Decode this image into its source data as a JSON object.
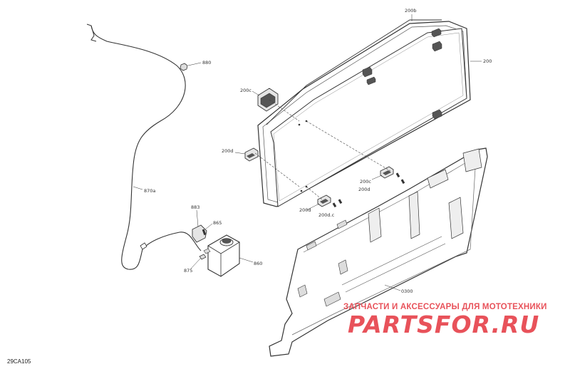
{
  "figure_code": "29CA105",
  "callouts": {
    "c200": "200",
    "c200b": "200b",
    "c200c_top": "200c",
    "c200d_left": "200d",
    "c200c_mid": "200c",
    "c200d_mid": "200d",
    "c200d_bottom": "200d",
    "c200dc": "200d.c",
    "c880": "880",
    "c870a": "870a",
    "c883": "883",
    "c865": "865",
    "c860": "860",
    "c875": "875",
    "c300": "0300"
  },
  "watermark": {
    "tagline": "ЗАПЧАСТИ И АКСЕССУАРЫ ДЛЯ МОТОТЕХНИКИ",
    "logo": "PARTSFOR.RU",
    "color": "#e8525a"
  },
  "colors": {
    "line": "#333333",
    "fill": "#ffffff",
    "shade": "#d9d9d9",
    "dark": "#555555"
  }
}
